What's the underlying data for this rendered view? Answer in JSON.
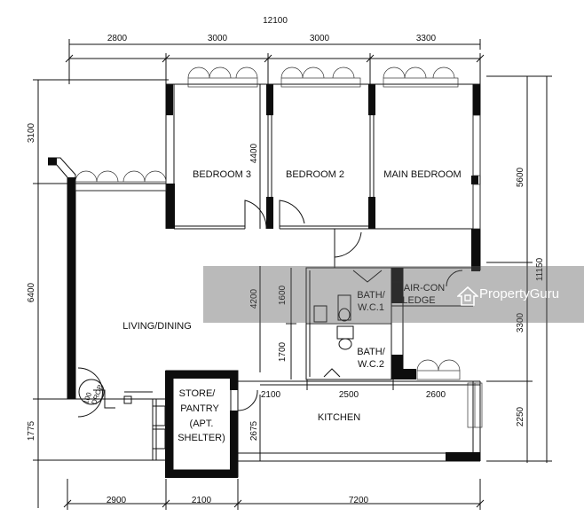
{
  "dimensions": {
    "overall_width": "12100",
    "top_segments": [
      "2800",
      "3000",
      "3000",
      "3300"
    ],
    "bottom_segments": [
      "2900",
      "2100",
      "7200"
    ],
    "left_segments": [
      "3100",
      "6400",
      "1775"
    ],
    "right_outer": "11150",
    "right_inner": [
      "5600",
      "3300",
      "2250"
    ],
    "bedroom_depth": "4400",
    "bath_depth": "4200",
    "bath1_height": "1600",
    "bath2_height": "1700",
    "kitchen_segments": [
      "2100",
      "2500",
      "2600"
    ],
    "store_depth": "2675"
  },
  "rooms": {
    "bedroom3": "BEDROOM 3",
    "bedroom2": "BEDROOM 2",
    "main_bedroom": "MAIN BEDROOM",
    "living_dining": "LIVING/DINING",
    "bath1_line1": "BATH/",
    "bath1_line2": "W.C.1",
    "bath2_line1": "BATH/",
    "bath2_line2": "W.C.2",
    "aircon_line1": "AIR-CON",
    "aircon_line2": "LEDGE",
    "store_line1": "STORE/",
    "store_line2": "PANTRY",
    "store_line3": "(APT.",
    "store_line4": "SHELTER)",
    "kitchen": "KITCHEN",
    "refuse_line1": "100",
    "refuse_line2": "DROP"
  },
  "watermark": {
    "text": "PropertyGuru"
  }
}
